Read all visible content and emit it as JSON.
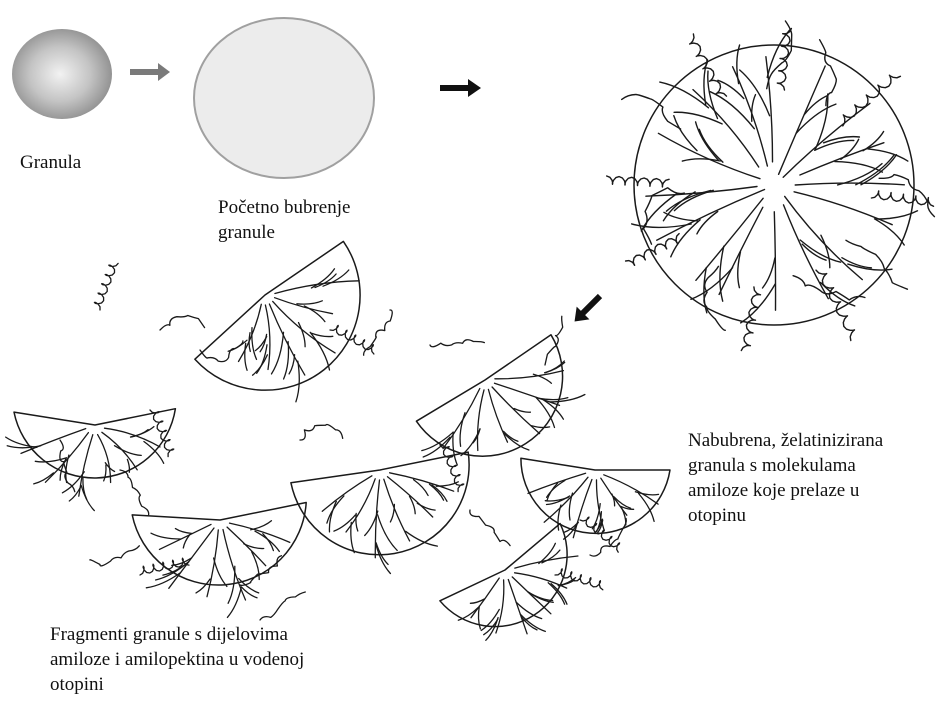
{
  "labels": {
    "granule": "Granula",
    "initial_swelling": [
      "Početno bubrenje",
      "granule"
    ],
    "swollen_granule": [
      "Nabubrena, želatinizirana",
      "granula s molekulama",
      "amiloze koje prelaze u",
      "otopinu"
    ],
    "fragments": [
      "Fragmenti granule s dijelovima",
      "amiloze i amilopektina u vodenoj",
      "otopini"
    ]
  },
  "colors": {
    "line": "#1a1a1a",
    "granule_center": "#f2f2f2",
    "granule_edge": "#8c8c8c",
    "swollen_fill": "#ececec",
    "swollen_stroke": "#a0a0a0",
    "arrow_gray": "#7a7a7a",
    "arrow_black": "#111111"
  }
}
